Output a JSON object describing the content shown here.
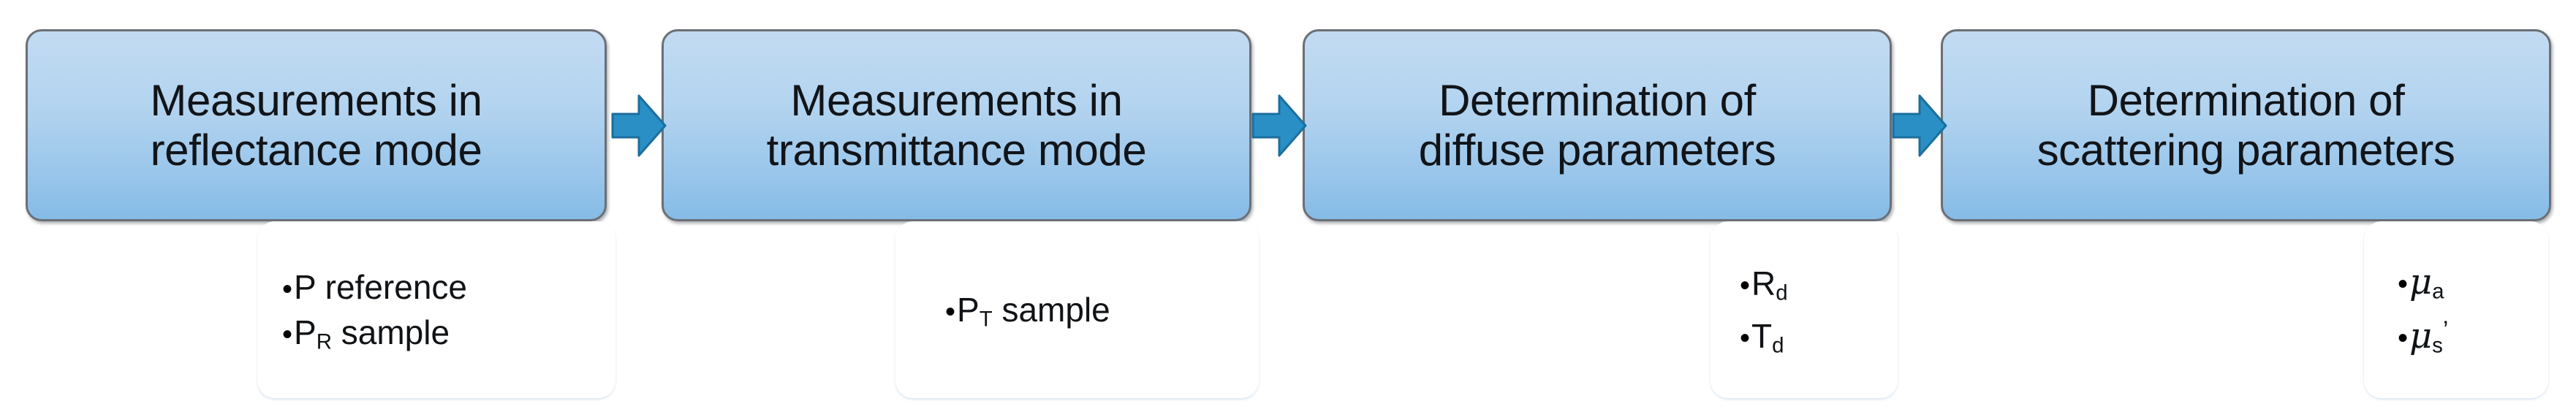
{
  "diagram": {
    "type": "flowchart",
    "orientation": "left-to-right",
    "title": "",
    "colors": {
      "box_fill_top": "#c2dbf2",
      "box_fill_bottom": "#85bbe6",
      "box_border": "#6b6f75",
      "arrow_fill": "#2a8fc4",
      "arrow_border": "#1b6f9e",
      "callout_border": "#52a8e0",
      "callout_fill": "#ffffff",
      "text": "#111418"
    },
    "steps": [
      {
        "id": "step-1",
        "label": "Measurements in\nreflectance mode",
        "callout": {
          "items": [
            {
              "bullet": "•",
              "html": "P reference"
            },
            {
              "bullet": "•",
              "html": "P<sub>R</sub> sample"
            }
          ]
        }
      },
      {
        "id": "step-2",
        "label": "Measurements in\ntransmittance mode",
        "callout": {
          "items": [
            {
              "bullet": "•",
              "html": "P<sub>T</sub> sample"
            }
          ]
        }
      },
      {
        "id": "step-3",
        "label": "Determination of\ndiffuse parameters",
        "callout": {
          "items": [
            {
              "bullet": "•",
              "html": "R<sub>d</sub>"
            },
            {
              "bullet": "•",
              "html": "T<sub>d</sub>"
            }
          ]
        }
      },
      {
        "id": "step-4",
        "label": "Determination of\nscattering parameters",
        "callout": {
          "items": [
            {
              "bullet": "•",
              "html": "<span class=\"greek\">μ</span><sub>a</sub>"
            },
            {
              "bullet": "•",
              "html": "<span class=\"greek\">μ</span><sub>s</sub><sup>’</sup>"
            }
          ]
        }
      }
    ],
    "connectors": [
      {
        "id": "arrow-1",
        "from": "step-1",
        "to": "step-2",
        "icon": "right-arrow-icon"
      },
      {
        "id": "arrow-2",
        "from": "step-2",
        "to": "step-3",
        "icon": "right-arrow-icon"
      },
      {
        "id": "arrow-3",
        "from": "step-3",
        "to": "step-4",
        "icon": "right-arrow-icon"
      }
    ]
  }
}
